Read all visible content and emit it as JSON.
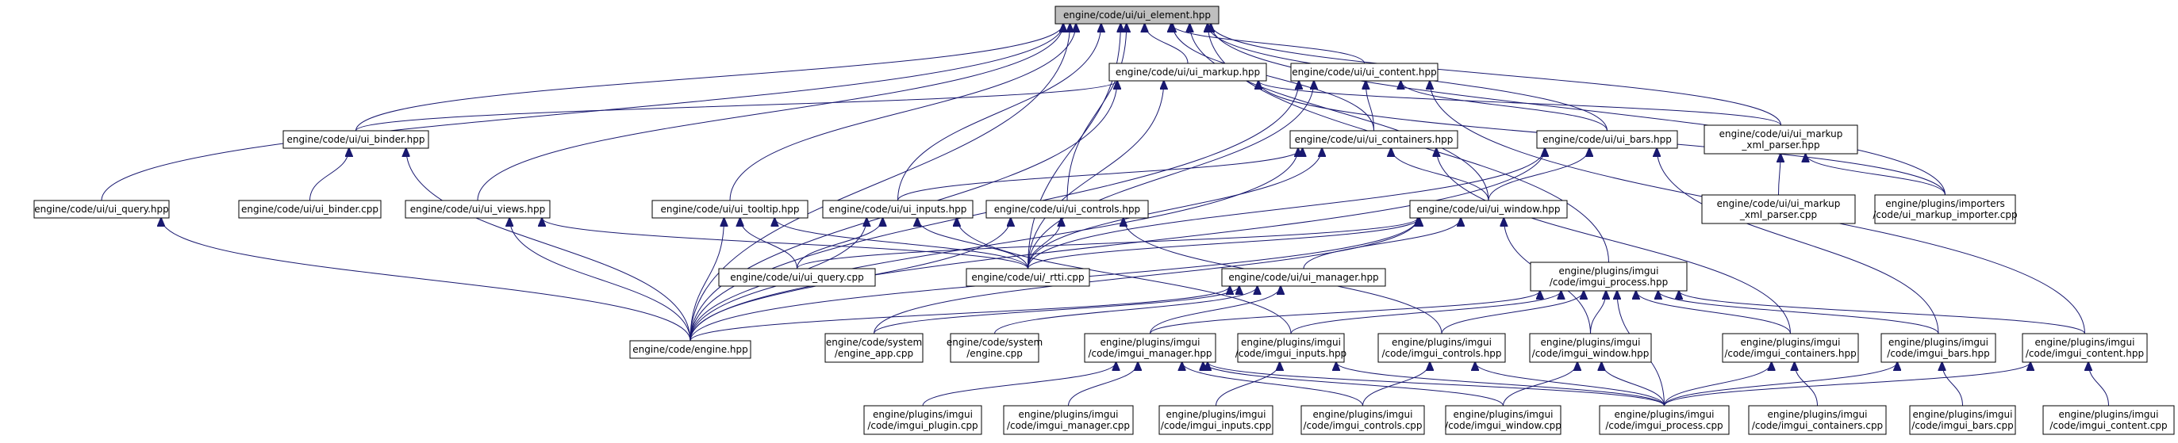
{
  "colors": {
    "edge": "#191970",
    "root_fill": "#bfbfbf",
    "node_border": "#000000"
  },
  "nodes": [
    {
      "id": "root",
      "lines": [
        "engine/code/ui/ui_element.hpp"
      ],
      "root": true
    },
    {
      "id": "markup",
      "lines": [
        "engine/code/ui/ui_markup.hpp"
      ]
    },
    {
      "id": "content",
      "lines": [
        "engine/code/ui/ui_content.hpp"
      ]
    },
    {
      "id": "binder",
      "lines": [
        "engine/code/ui/ui_binder.hpp"
      ]
    },
    {
      "id": "containers",
      "lines": [
        "engine/code/ui/ui_containers.hpp"
      ]
    },
    {
      "id": "bars",
      "lines": [
        "engine/code/ui/ui_bars.hpp"
      ]
    },
    {
      "id": "xmlparser",
      "lines": [
        "engine/code/ui/ui_markup",
        "_xml_parser.hpp"
      ]
    },
    {
      "id": "query",
      "lines": [
        "engine/code/ui/ui_query.hpp"
      ]
    },
    {
      "id": "bindercpp",
      "lines": [
        "engine/code/ui/ui_binder.cpp"
      ]
    },
    {
      "id": "views",
      "lines": [
        "engine/code/ui/ui_views.hpp"
      ]
    },
    {
      "id": "tooltip",
      "lines": [
        "engine/code/ui/ui_tooltip.hpp"
      ]
    },
    {
      "id": "inputs",
      "lines": [
        "engine/code/ui/ui_inputs.hpp"
      ]
    },
    {
      "id": "controls",
      "lines": [
        "engine/code/ui/ui_controls.hpp"
      ]
    },
    {
      "id": "window",
      "lines": [
        "engine/code/ui/ui_window.hpp"
      ]
    },
    {
      "id": "xmlparsercpp",
      "lines": [
        "engine/code/ui/ui_markup",
        "_xml_parser.cpp"
      ]
    },
    {
      "id": "importer",
      "lines": [
        "engine/plugins/importers",
        "/code/ui_markup_importer.cpp"
      ]
    },
    {
      "id": "querycpp",
      "lines": [
        "engine/code/ui/ui_query.cpp"
      ]
    },
    {
      "id": "rtticpp",
      "lines": [
        "engine/code/ui/_rtti.cpp"
      ]
    },
    {
      "id": "manager",
      "lines": [
        "engine/code/ui/ui_manager.hpp"
      ]
    },
    {
      "id": "improcess",
      "lines": [
        "engine/plugins/imgui",
        "/code/imgui_process.hpp"
      ]
    },
    {
      "id": "enginehpp",
      "lines": [
        "engine/code/engine.hpp"
      ]
    },
    {
      "id": "engineapp",
      "lines": [
        "engine/code/system",
        "/engine_app.cpp"
      ]
    },
    {
      "id": "enginecpp",
      "lines": [
        "engine/code/system",
        "/engine.cpp"
      ]
    },
    {
      "id": "immanager",
      "lines": [
        "engine/plugins/imgui",
        "/code/imgui_manager.hpp"
      ]
    },
    {
      "id": "iminputs",
      "lines": [
        "engine/plugins/imgui",
        "/code/imgui_inputs.hpp"
      ]
    },
    {
      "id": "imcontrols",
      "lines": [
        "engine/plugins/imgui",
        "/code/imgui_controls.hpp"
      ]
    },
    {
      "id": "imwindow",
      "lines": [
        "engine/plugins/imgui",
        "/code/imgui_window.hpp"
      ]
    },
    {
      "id": "imcontainers",
      "lines": [
        "engine/plugins/imgui",
        "/code/imgui_containers.hpp"
      ]
    },
    {
      "id": "imbars",
      "lines": [
        "engine/plugins/imgui",
        "/code/imgui_bars.hpp"
      ]
    },
    {
      "id": "imcontent",
      "lines": [
        "engine/plugins/imgui",
        "/code/imgui_content.hpp"
      ]
    },
    {
      "id": "implugin",
      "lines": [
        "engine/plugins/imgui",
        "/code/imgui_plugin.cpp"
      ]
    },
    {
      "id": "immanagercpp",
      "lines": [
        "engine/plugins/imgui",
        "/code/imgui_manager.cpp"
      ]
    },
    {
      "id": "iminputscpp",
      "lines": [
        "engine/plugins/imgui",
        "/code/imgui_inputs.cpp"
      ]
    },
    {
      "id": "imcontrolscpp",
      "lines": [
        "engine/plugins/imgui",
        "/code/imgui_controls.cpp"
      ]
    },
    {
      "id": "imwindowcpp",
      "lines": [
        "engine/plugins/imgui",
        "/code/imgui_window.cpp"
      ]
    },
    {
      "id": "improcesscpp",
      "lines": [
        "engine/plugins/imgui",
        "/code/imgui_process.cpp"
      ]
    },
    {
      "id": "imcontainerscpp",
      "lines": [
        "engine/plugins/imgui",
        "/code/imgui_containers.cpp"
      ]
    },
    {
      "id": "imbarscpp",
      "lines": [
        "engine/plugins/imgui",
        "/code/imgui_bars.cpp"
      ]
    },
    {
      "id": "imcontentcpp",
      "lines": [
        "engine/plugins/imgui",
        "/code/imgui_content.cpp"
      ]
    }
  ],
  "edges": [
    [
      "markup",
      "root"
    ],
    [
      "content",
      "root"
    ],
    [
      "binder",
      "root"
    ],
    [
      "containers",
      "root"
    ],
    [
      "bars",
      "root"
    ],
    [
      "xmlparser",
      "root"
    ],
    [
      "query",
      "root"
    ],
    [
      "views",
      "root"
    ],
    [
      "tooltip",
      "root"
    ],
    [
      "inputs",
      "root"
    ],
    [
      "controls",
      "root"
    ],
    [
      "window",
      "root"
    ],
    [
      "importer",
      "root"
    ],
    [
      "rtticpp",
      "root"
    ],
    [
      "improcess",
      "root"
    ],
    [
      "enginehpp",
      "root"
    ],
    [
      "binder",
      "markup"
    ],
    [
      "xmlparser",
      "markup"
    ],
    [
      "importer",
      "markup"
    ],
    [
      "enginehpp",
      "markup"
    ],
    [
      "rtticpp",
      "markup"
    ],
    [
      "containers",
      "content"
    ],
    [
      "bars",
      "content"
    ],
    [
      "imcontent",
      "content"
    ],
    [
      "enginehpp",
      "content"
    ],
    [
      "rtticpp",
      "content"
    ],
    [
      "bindercpp",
      "binder"
    ],
    [
      "enginehpp",
      "binder"
    ],
    [
      "inputs",
      "containers"
    ],
    [
      "window",
      "containers"
    ],
    [
      "imcontainers",
      "containers"
    ],
    [
      "rtticpp",
      "containers"
    ],
    [
      "enginehpp",
      "containers"
    ],
    [
      "window",
      "bars"
    ],
    [
      "imbars",
      "bars"
    ],
    [
      "rtticpp",
      "bars"
    ],
    [
      "enginehpp",
      "bars"
    ],
    [
      "xmlparsercpp",
      "xmlparser"
    ],
    [
      "importer",
      "xmlparser"
    ],
    [
      "enginehpp",
      "query"
    ],
    [
      "enginehpp",
      "views"
    ],
    [
      "rtticpp",
      "views"
    ],
    [
      "enginehpp",
      "tooltip"
    ],
    [
      "querycpp",
      "tooltip"
    ],
    [
      "rtticpp",
      "tooltip"
    ],
    [
      "querycpp",
      "inputs"
    ],
    [
      "rtticpp",
      "inputs"
    ],
    [
      "enginehpp",
      "inputs"
    ],
    [
      "iminputs",
      "inputs"
    ],
    [
      "rtticpp",
      "controls"
    ],
    [
      "enginehpp",
      "controls"
    ],
    [
      "imcontrols",
      "controls"
    ],
    [
      "querycpp",
      "window"
    ],
    [
      "rtticpp",
      "window"
    ],
    [
      "manager",
      "window"
    ],
    [
      "enginehpp",
      "window"
    ],
    [
      "imwindow",
      "window"
    ],
    [
      "engineapp",
      "window"
    ],
    [
      "enginehpp",
      "manager"
    ],
    [
      "engineapp",
      "manager"
    ],
    [
      "enginecpp",
      "manager"
    ],
    [
      "immanager",
      "manager"
    ],
    [
      "immanager",
      "improcess"
    ],
    [
      "iminputs",
      "improcess"
    ],
    [
      "imcontrols",
      "improcess"
    ],
    [
      "imwindow",
      "improcess"
    ],
    [
      "imcontainers",
      "improcess"
    ],
    [
      "imbars",
      "improcess"
    ],
    [
      "imcontent",
      "improcess"
    ],
    [
      "improcesscpp",
      "improcess"
    ],
    [
      "implugin",
      "immanager"
    ],
    [
      "immanagercpp",
      "immanager"
    ],
    [
      "improcesscpp",
      "immanager"
    ],
    [
      "iminputscpp",
      "iminputs"
    ],
    [
      "improcesscpp",
      "iminputs"
    ],
    [
      "imcontrolscpp",
      "imcontrols"
    ],
    [
      "improcesscpp",
      "imcontrols"
    ],
    [
      "imwindowcpp",
      "imwindow"
    ],
    [
      "improcesscpp",
      "imwindow"
    ],
    [
      "improcesscpp",
      "imcontainers"
    ],
    [
      "imcontainerscpp",
      "imcontainers"
    ],
    [
      "improcesscpp",
      "imbars"
    ],
    [
      "imbarscpp",
      "imbars"
    ],
    [
      "improcesscpp",
      "imcontent"
    ],
    [
      "imcontentcpp",
      "imcontent"
    ],
    [
      "imcontrolscpp",
      "immanager"
    ],
    [
      "imwindowcpp",
      "immanager"
    ]
  ]
}
